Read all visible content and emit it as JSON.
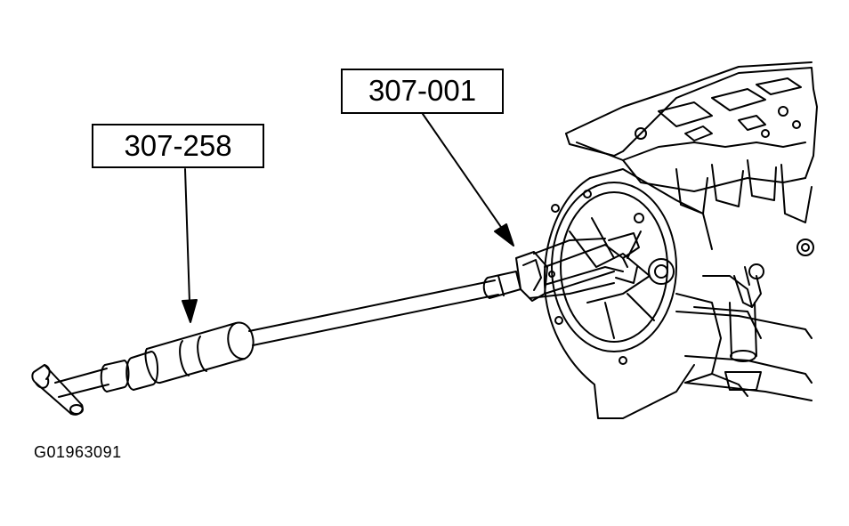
{
  "callouts": {
    "slide_hammer": "307-258",
    "puller": "307-001"
  },
  "figure_id": "G01963091",
  "icons": [
    "slide-hammer-tool-icon",
    "puller-tool-icon",
    "transmission-housing-icon"
  ],
  "colors": {
    "ink": "#000000",
    "background": "#ffffff"
  }
}
